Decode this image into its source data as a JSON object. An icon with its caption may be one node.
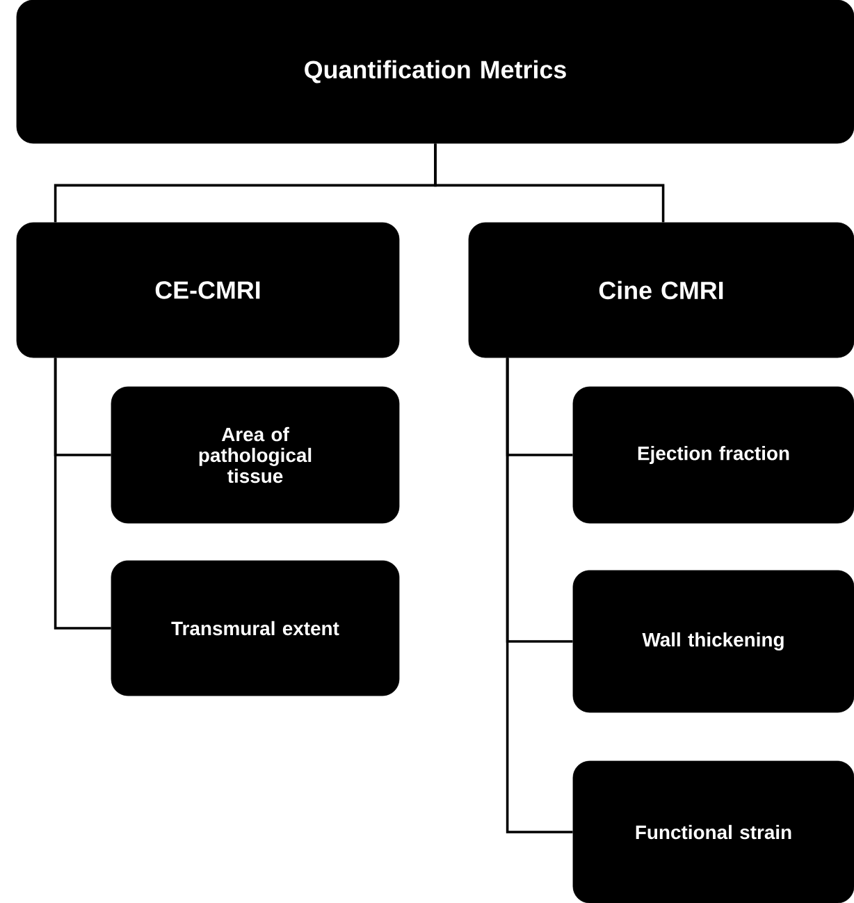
{
  "diagram": {
    "nodes": [
      {
        "text": [
          "Quantification Metrics"
        ]
      },
      {
        "text": [
          "CE-CMRI"
        ]
      },
      {
        "text": [
          "Cine CMRI"
        ]
      },
      {
        "text": [
          "Area of pathological tissue"
        ]
      },
      {
        "text": [
          "Transmural extent"
        ]
      },
      {
        "text": [
          "Ejection fraction"
        ]
      },
      {
        "text": [
          "Wall thickening"
        ]
      },
      {
        "text": [
          "Functional strain"
        ]
      }
    ],
    "edges": [
      {
        "from": 0,
        "to": 1,
        "arrow": "none"
      },
      {
        "from": 0,
        "to": 2,
        "arrow": "none"
      },
      {
        "from": 1,
        "to": 3,
        "arrow": "none"
      },
      {
        "from": 1,
        "to": 4,
        "arrow": "none"
      },
      {
        "from": 2,
        "to": 5,
        "arrow": "none"
      },
      {
        "from": 2,
        "to": 6,
        "arrow": "none"
      },
      {
        "from": 2,
        "to": 7,
        "arrow": "none"
      }
    ]
  }
}
